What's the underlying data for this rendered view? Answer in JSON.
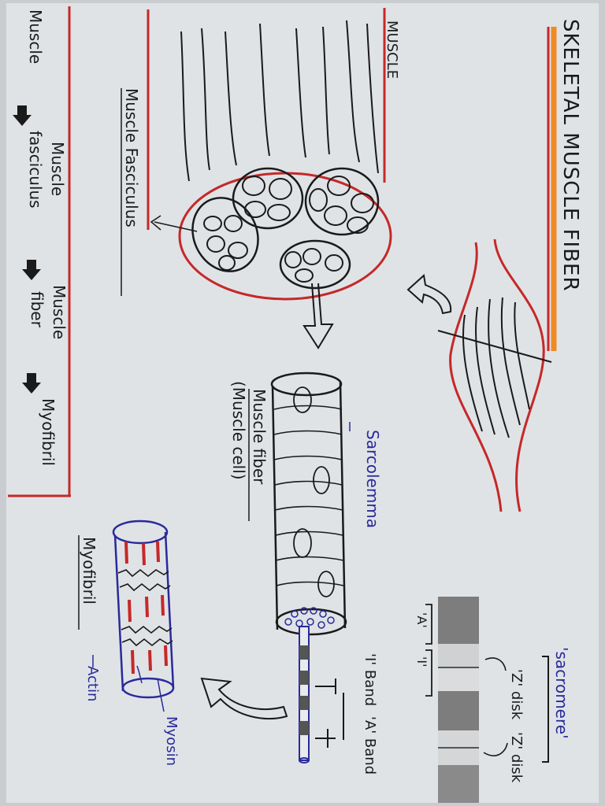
{
  "title": "SKELETAL MUSCLE FIBER",
  "labels": {
    "muscle": "MUSCLE",
    "muscle_fasciculus": "Muscle Fasciculus",
    "muscle_fiber": "Muscle fiber",
    "muscle_cell": "(Muscle cell)",
    "sarcolemma": "Sarcolemma",
    "myofibril": "Myofibril",
    "actin": "Actin",
    "myosin": "Myosin",
    "i_band": "'I' Band",
    "a_band": "'A' Band",
    "sarcomere": "'sacromere'",
    "z_disk_1": "'Z' disk",
    "z_disk_2": "'Z' disk",
    "band_a": "'A'",
    "band_i": "'I'"
  },
  "summary": {
    "s1": "Muscle",
    "s2_line1": "Muscle",
    "s2_line2": "fasciculus",
    "s3_line1": "Muscle",
    "s3_line2": "fiber",
    "s4": "Myofibril"
  },
  "colors": {
    "paper": "#dfe3e6",
    "ink": "#1a1a1a",
    "red": "#c62828",
    "orange": "#f08a24",
    "blue": "#2a2a9a",
    "band_dark": "#7d7d7d",
    "band_light": "#cfd1d2"
  }
}
